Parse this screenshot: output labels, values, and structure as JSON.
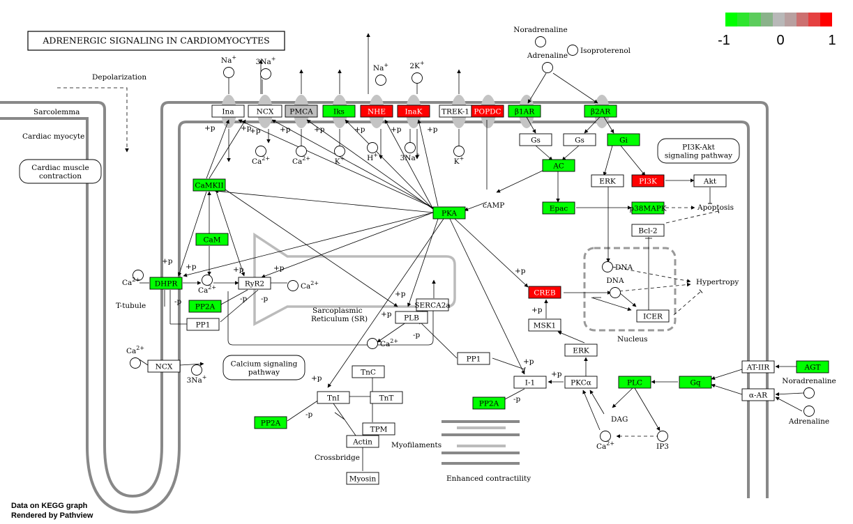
{
  "title": "ADRENERGIC SIGNALING IN CARDIOMYOCYTES",
  "footer": {
    "line1": "Data on KEGG graph",
    "line2": "Rendered by Pathview"
  },
  "legend": {
    "min_label": "-1",
    "mid_label": "0",
    "max_label": "1",
    "colors": [
      "#00ff00",
      "#2ee52e",
      "#5ccc5c",
      "#8ab28a",
      "#b8b8b8",
      "#b8a0a0",
      "#cc7070",
      "#e54040",
      "#ff0000"
    ]
  },
  "colors": {
    "up": "#ff0000",
    "down": "#00ff00",
    "neutral": "#bebebe",
    "none": "#ffffff",
    "membrane": "#888888"
  },
  "text_labels": {
    "depolarization": "Depolarization",
    "sarcolemma": "Sarcolemma",
    "cardiac_myocyte": "Cardiac myocyte",
    "t_tubule": "T-tubule",
    "sr_line1": "Sarcoplasmic",
    "sr_line2": "Reticulum (SR)",
    "crossbridge": "Crossbridge",
    "myofilaments": "Myofilaments",
    "enhanced": "Enhanced contractility",
    "nucleus": "Nucleus",
    "apoptosis": "Apoptosis",
    "hypertropy": "Hypertropy",
    "camp": "cAMP",
    "dag": "DAG"
  },
  "pathway_boxes": [
    {
      "id": "cardiac-muscle",
      "line1": "Cardiac muscle",
      "line2": "contraction"
    },
    {
      "id": "pi3k-akt",
      "line1": "PI3K-Akt",
      "line2": "signaling pathway"
    },
    {
      "id": "calcium",
      "line1": "Calcium signaling",
      "line2": "pathway"
    }
  ],
  "genes": [
    {
      "id": "ina",
      "label": "Ina",
      "status": "none"
    },
    {
      "id": "ncx-top",
      "label": "NCX",
      "status": "none"
    },
    {
      "id": "pmca",
      "label": "PMCA",
      "status": "neutral"
    },
    {
      "id": "iks",
      "label": "Iks",
      "status": "down"
    },
    {
      "id": "nhe",
      "label": "NHE",
      "status": "up"
    },
    {
      "id": "inak",
      "label": "InaK",
      "status": "up"
    },
    {
      "id": "trek1",
      "label": "TREK-1",
      "status": "none"
    },
    {
      "id": "popdc",
      "label": "POPDC",
      "status": "up"
    },
    {
      "id": "b1ar",
      "label": "β1AR",
      "status": "down"
    },
    {
      "id": "b2ar",
      "label": "β2AR",
      "status": "down"
    },
    {
      "id": "gs1",
      "label": "Gs",
      "status": "none"
    },
    {
      "id": "gs2",
      "label": "Gs",
      "status": "none"
    },
    {
      "id": "gi",
      "label": "Gi",
      "status": "down"
    },
    {
      "id": "ac",
      "label": "AC",
      "status": "down"
    },
    {
      "id": "erk-top",
      "label": "ERK",
      "status": "none"
    },
    {
      "id": "pi3k",
      "label": "PI3K",
      "status": "up"
    },
    {
      "id": "akt",
      "label": "Akt",
      "status": "none"
    },
    {
      "id": "epac",
      "label": "Epac",
      "status": "down"
    },
    {
      "id": "p38",
      "label": "p38MAPK",
      "status": "down"
    },
    {
      "id": "bcl2",
      "label": "Bcl-2",
      "status": "none"
    },
    {
      "id": "camkii",
      "label": "CaMKII",
      "status": "down"
    },
    {
      "id": "cam",
      "label": "CaM",
      "status": "down"
    },
    {
      "id": "pka",
      "label": "PKA",
      "status": "down"
    },
    {
      "id": "dhpr",
      "label": "DHPR",
      "status": "down"
    },
    {
      "id": "ryr2",
      "label": "RyR2",
      "status": "none"
    },
    {
      "id": "pp2a-1",
      "label": "PP2A",
      "status": "down"
    },
    {
      "id": "pp1-1",
      "label": "PP1",
      "status": "none"
    },
    {
      "id": "serca2a",
      "label": "SERCA2a",
      "status": "none"
    },
    {
      "id": "plb",
      "label": "PLB",
      "status": "none"
    },
    {
      "id": "creb",
      "label": "CREB",
      "status": "up"
    },
    {
      "id": "msk1",
      "label": "MSK1",
      "status": "none"
    },
    {
      "id": "erk-mid",
      "label": "ERK",
      "status": "none"
    },
    {
      "id": "icer",
      "label": "ICER",
      "status": "none"
    },
    {
      "id": "ncx-low",
      "label": "NCX",
      "status": "none"
    },
    {
      "id": "pp1-2",
      "label": "PP1",
      "status": "none"
    },
    {
      "id": "i1",
      "label": "I-1",
      "status": "none"
    },
    {
      "id": "pkca",
      "label": "PKCα",
      "status": "none"
    },
    {
      "id": "pp2a-2",
      "label": "PP2A",
      "status": "down"
    },
    {
      "id": "plc",
      "label": "PLC",
      "status": "down"
    },
    {
      "id": "gq",
      "label": "Gq",
      "status": "down"
    },
    {
      "id": "at1r",
      "label": "AT-IIR",
      "status": "none"
    },
    {
      "id": "agt",
      "label": "AGT",
      "status": "down"
    },
    {
      "id": "aar",
      "label": "α-AR",
      "status": "none"
    },
    {
      "id": "tnc",
      "label": "TnC",
      "status": "none"
    },
    {
      "id": "tni",
      "label": "TnI",
      "status": "none"
    },
    {
      "id": "tnt",
      "label": "TnT",
      "status": "none"
    },
    {
      "id": "tpm",
      "label": "TPM",
      "status": "none"
    },
    {
      "id": "actin",
      "label": "Actin",
      "status": "none"
    },
    {
      "id": "myosin",
      "label": "Myosin",
      "status": "none"
    },
    {
      "id": "pp2a-3",
      "label": "PP2A",
      "status": "down"
    }
  ],
  "compounds": [
    {
      "id": "na1",
      "label": "Na",
      "sup": "+"
    },
    {
      "id": "na3",
      "label": "3Na",
      "sup": "+"
    },
    {
      "id": "na-nhe",
      "label": "Na",
      "sup": "+"
    },
    {
      "id": "k2",
      "label": "2K",
      "sup": "+"
    },
    {
      "id": "ca-ncx",
      "label": "Ca",
      "sup": "2+"
    },
    {
      "id": "ca-pmca",
      "label": "Ca",
      "sup": "2+"
    },
    {
      "id": "k-iks",
      "label": "K",
      "sup": "+"
    },
    {
      "id": "h-nhe",
      "label": "H",
      "sup": "+"
    },
    {
      "id": "na3-inak",
      "label": "3Na",
      "sup": "+"
    },
    {
      "id": "k-trek",
      "label": "K",
      "sup": "+"
    },
    {
      "id": "noradrenaline",
      "label": "Noradrenaline",
      "sup": ""
    },
    {
      "id": "isoproterenol",
      "label": "Isoproterenol",
      "sup": ""
    },
    {
      "id": "adrenaline",
      "label": "Adrenaline",
      "sup": ""
    },
    {
      "id": "ca-dhpr",
      "label": "Ca",
      "sup": "2+"
    },
    {
      "id": "ca-mid",
      "label": "Ca",
      "sup": "2+"
    },
    {
      "id": "ca-ryr",
      "label": "Ca",
      "sup": "2+"
    },
    {
      "id": "ca-sr",
      "label": "Ca",
      "sup": "2+"
    },
    {
      "id": "ca-ncx-low",
      "label": "Ca",
      "sup": "2+"
    },
    {
      "id": "na3-low",
      "label": "3Na",
      "sup": "+"
    },
    {
      "id": "dna1",
      "label": "DNA",
      "sup": ""
    },
    {
      "id": "dna2",
      "label": "DNA",
      "sup": ""
    },
    {
      "id": "ca-pkc",
      "label": "Ca",
      "sup": "2+"
    },
    {
      "id": "ip3",
      "label": "IP3",
      "sup": ""
    },
    {
      "id": "noradrenaline2",
      "label": "Noradrenaline",
      "sup": ""
    },
    {
      "id": "adrenaline2",
      "label": "Adrenaline",
      "sup": ""
    }
  ],
  "edge_labels": {
    "phospho": "+p",
    "dephospho": "-p"
  }
}
